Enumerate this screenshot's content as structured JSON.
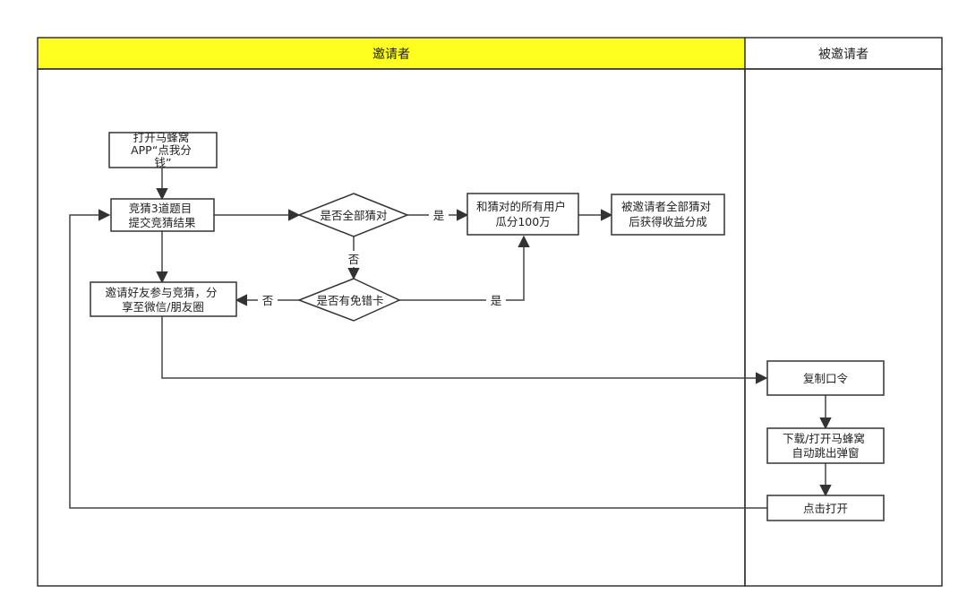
{
  "colors": {
    "lane_header_highlight": "#ffff1f",
    "stroke": "#333333",
    "line": "#444444"
  },
  "lanes": {
    "inviter": "邀请者",
    "invitee": "被邀请者"
  },
  "nodes": {
    "open_app": [
      "打开马蜂窝",
      "APP“点我分",
      "钱”"
    ],
    "guess": [
      "竞猜3道题目",
      "提交竞猜结果"
    ],
    "all_correct": [
      "是否全部猜对"
    ],
    "split": [
      "和猜对的所有用户",
      "瓜分100万"
    ],
    "invitee_share": [
      "被邀请者全部猜对",
      "后获得收益分成"
    ],
    "has_card": [
      "是否有免错卡"
    ],
    "invite": [
      "邀请好友参与竞猜，分",
      "享至微信/朋友圈"
    ],
    "copy_code": [
      "复制口令"
    ],
    "download": [
      "下载/打开马蜂窝",
      "自动跳出弹窗"
    ],
    "click_open": [
      "点击打开"
    ]
  },
  "edges": {
    "yes_1": "是",
    "no_1": "否",
    "no_2": "否",
    "yes_2": "是"
  }
}
